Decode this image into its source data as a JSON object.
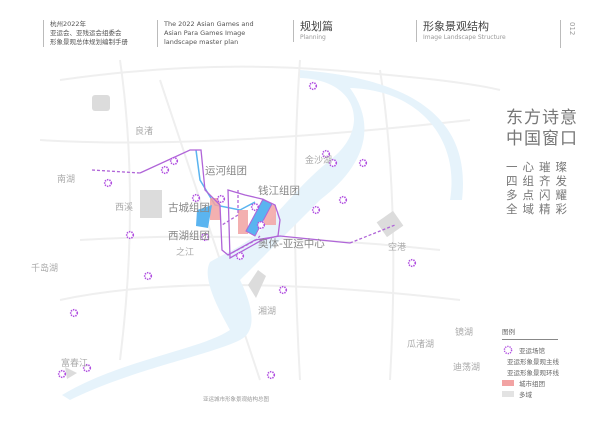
{
  "header": {
    "org_lines": [
      "杭州2022年",
      "亚运会、亚残运会组委会",
      "形象景观总体规划编制手册"
    ],
    "en_lines": [
      "The 2022 Asian Games and",
      "Asian Para Games Image",
      "landscape master plan"
    ],
    "section_title": "规划篇",
    "section_en": "Planning",
    "topic_title": "形象景观结构",
    "topic_en": "Image  Landscape  Structure",
    "page_number": "012"
  },
  "slogan": {
    "title_lines": [
      "东方诗意",
      "中国窗口"
    ],
    "sub_lines": [
      "一心璀璨",
      "四组齐发",
      "多点闪耀",
      "全域精彩"
    ]
  },
  "map": {
    "zones": [
      "运河组团",
      "钱江组团",
      "古城组团",
      "西湖组团",
      "奥体-亚运中心"
    ],
    "places": [
      "良渚",
      "金沙湖",
      "西溪",
      "之江",
      "空港",
      "南湖",
      "千岛湖",
      "湘湖",
      "富春江",
      "镜湖",
      "瓜渚湖",
      "迪荡湖"
    ],
    "caption": "亚运城市形象景观结构总图"
  },
  "legend": {
    "title": "图例",
    "items": [
      "亚运场馆",
      "亚运形象景观主线",
      "亚运形象景观环线",
      "城市组团",
      "多域"
    ]
  },
  "colors": {
    "route": "#b065d8",
    "venue": "#b04ee0",
    "cluster": "#f2a3a3",
    "water": "#e6f3fb",
    "river": "#5ab4f0",
    "district": "#e3e3e3"
  }
}
